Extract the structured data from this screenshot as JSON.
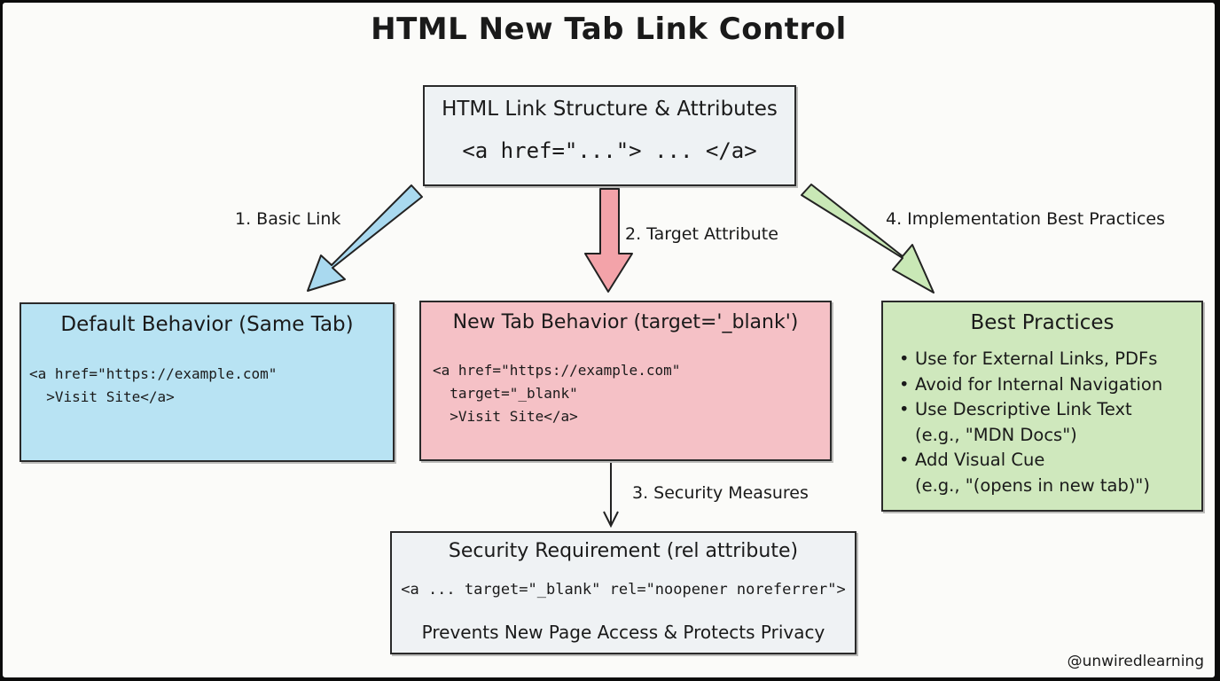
{
  "title": "HTML New Tab Link Control",
  "top_box": {
    "title": "HTML Link Structure & Attributes",
    "code": "<a href=\"...\"> ... </a>"
  },
  "arrows": {
    "basic": {
      "label": "1. Basic Link",
      "color": "#a9d9ef"
    },
    "target": {
      "label": "2. Target Attribute",
      "color": "#f3a3a9"
    },
    "security": {
      "label": "3. Security Measures"
    },
    "best": {
      "label": "4. Implementation Best Practices",
      "color": "#c9e8b6"
    }
  },
  "default_box": {
    "title": "Default Behavior (Same Tab)",
    "code_line1": "<a href=\"https://example.com\"",
    "code_line2": "  >Visit Site</a>",
    "color": "#b8e3f3"
  },
  "newtab_box": {
    "title": "New Tab Behavior (target='_blank')",
    "code_line1": "<a href=\"https://example.com\"",
    "code_line2": "  target=\"_blank\"",
    "code_line3": "  >Visit Site</a>",
    "color": "#f5c1c6"
  },
  "best_box": {
    "title": "Best Practices",
    "items": [
      {
        "text": "Use for External Links, PDFs"
      },
      {
        "text": "Avoid for Internal Navigation"
      },
      {
        "text": "Use Descriptive Link Text",
        "sub": "(e.g., \"MDN Docs\")"
      },
      {
        "text": "Add Visual Cue",
        "sub": "(e.g., \"(opens in new tab)\")"
      }
    ],
    "color": "#cfe8bd"
  },
  "security_box": {
    "title": "Security Requirement (rel attribute)",
    "code": "<a ... target=\"_blank\" rel=\"noopener noreferrer\">",
    "note": "Prevents New Page Access & Protects Privacy"
  },
  "watermark": "@unwiredlearning"
}
